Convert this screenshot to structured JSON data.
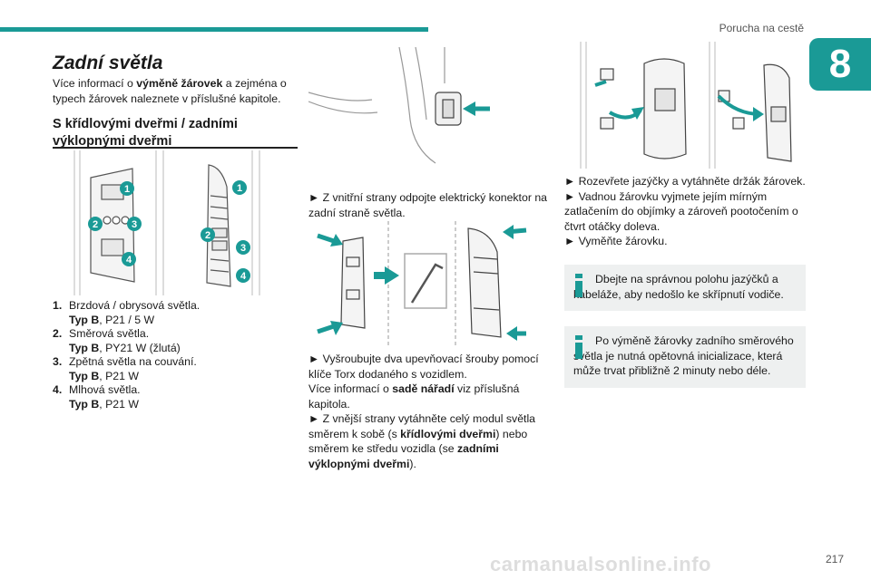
{
  "colors": {
    "accent": "#1a9a96",
    "text": "#1a1a1a",
    "note_bg": "#eef0f0"
  },
  "header": {
    "title": "Porucha na cestě",
    "chapter": "8"
  },
  "left": {
    "title": "Zadní světla",
    "intro_pre": "Více informací o ",
    "intro_bold": "výměně žárovek",
    "intro_post": " a zejména o typech žárovek naleznete v příslušné kapitole.",
    "subtitle_line1": "S křídlovými dveřmi / zadními",
    "subtitle_line2": "výklopnými dveřmi",
    "callouts": [
      "1",
      "2",
      "3",
      "4"
    ],
    "items": [
      {
        "num": "1.",
        "name": "Brzdová / obrysová světla.",
        "type_label": "Typ B",
        "type_value": ", P21 / 5 W"
      },
      {
        "num": "2.",
        "name": "Směrová světla.",
        "type_label": "Typ B",
        "type_value": ", PY21 W (žlutá)"
      },
      {
        "num": "3.",
        "name": "Zpětná světla na couvání.",
        "type_label": "Typ B",
        "type_value": ", P21 W"
      },
      {
        "num": "4.",
        "name": "Mlhová světla.",
        "type_label": "Typ B",
        "type_value": ", P21 W"
      }
    ]
  },
  "middle": {
    "step1": "► Z vnitřní strany odpojte elektrický konektor na zadní straně světla.",
    "step2_a": "► Vyšroubujte dva upevňovací šrouby pomocí klíče Torx dodaného s vozidlem.",
    "step2_b_pre": "Více informací o ",
    "step2_b_bold": "sadě nářadí",
    "step2_b_post": " viz příslušná kapitola.",
    "step3_pre": "► Z vnější strany vytáhněte celý modul světla směrem k sobě (s ",
    "step3_bold1": "křídlovými dveřmi",
    "step3_mid": ") nebo směrem ke středu vozidla (se ",
    "step3_bold2": "zadními výklopnými dveřmi",
    "step3_post": ")."
  },
  "right": {
    "step1": "► Rozevřete jazýčky a vytáhněte držák žárovek.",
    "step2": "► Vadnou žárovku vyjmete jejím mírným zatlačením do objímky a zároveň pootočením o čtvrt otáčky doleva.",
    "step3": "► Vyměňte žárovku.",
    "note1": "Dbejte na správnou polohu jazýčků a kabeláže, aby nedošlo ke skřípnutí vodiče.",
    "note2": "Po výměně žárovky zadního směrového světla je nutná opětovná inicializace, která může trvat přibližně 2 minuty nebo déle."
  },
  "footer": {
    "page": "217",
    "watermark": "carmanualsonline.info"
  }
}
